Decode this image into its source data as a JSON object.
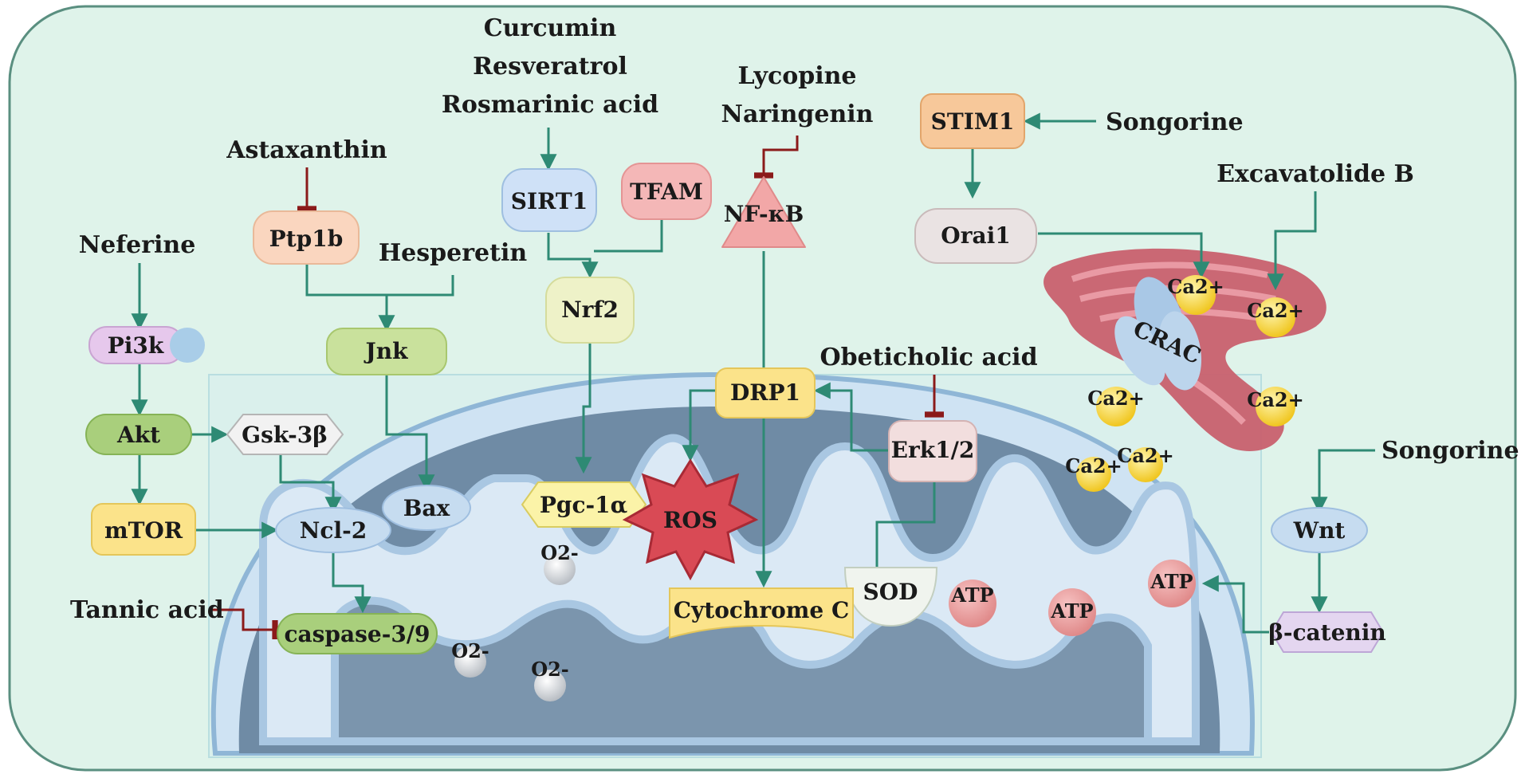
{
  "drugs": {
    "curcumin": "Curcumin",
    "resveratrol": "Resveratrol",
    "rosmarinic": "Rosmarinic acid",
    "lycopine": "Lycopine",
    "naringenin": "Naringenin",
    "astaxanthin": "Astaxanthin",
    "neferine": "Neferine",
    "hesperetin": "Hesperetin",
    "songorine_top": "Songorine",
    "excavatolide": "Excavatolide B",
    "obeticholic": "Obeticholic acid",
    "tannic": "Tannic acid",
    "songorine_right": "Songorine"
  },
  "nodes": {
    "sirt1": "SIRT1",
    "tfam": "TFAM",
    "nfkb": "NF-κB",
    "stim1": "STIM1",
    "orai1": "Orai1",
    "ptp1b": "Ptp1b",
    "pi3k": "Pi3k",
    "jnk": "Jnk",
    "nrf2": "Nrf2",
    "akt": "Akt",
    "gsk3b": "Gsk-3β",
    "mtor": "mTOR",
    "ncl2": "Ncl-2",
    "bax": "Bax",
    "caspase": "caspase-3/9",
    "pgc1a": "Pgc-1α",
    "ros": "ROS",
    "drp1": "DRP1",
    "erk": "Erk1/2",
    "sod": "SOD",
    "cytochrome": "Cytochrome C",
    "crac": "CRAC",
    "wnt": "Wnt",
    "bcatenin": "β-catenin"
  },
  "atp": [
    "ATP",
    "ATP",
    "ATP"
  ],
  "superoxide": [
    "O2-",
    "O2-",
    "O2-"
  ],
  "calcium": [
    "Ca2+",
    "Ca2+",
    "Ca2+",
    "Ca2+",
    "Ca2+",
    "Ca2+"
  ],
  "colors": {
    "background": "#dff3ea",
    "border": "#5a8f80",
    "arrow": "#2e8a74",
    "inhibit": "#8b1a1a",
    "mito_outer": "#c9dff0",
    "mito_inner": "#5f7d99",
    "ros": "#d94a55",
    "calcium": "#f4d43a",
    "er": "#c8606e"
  }
}
